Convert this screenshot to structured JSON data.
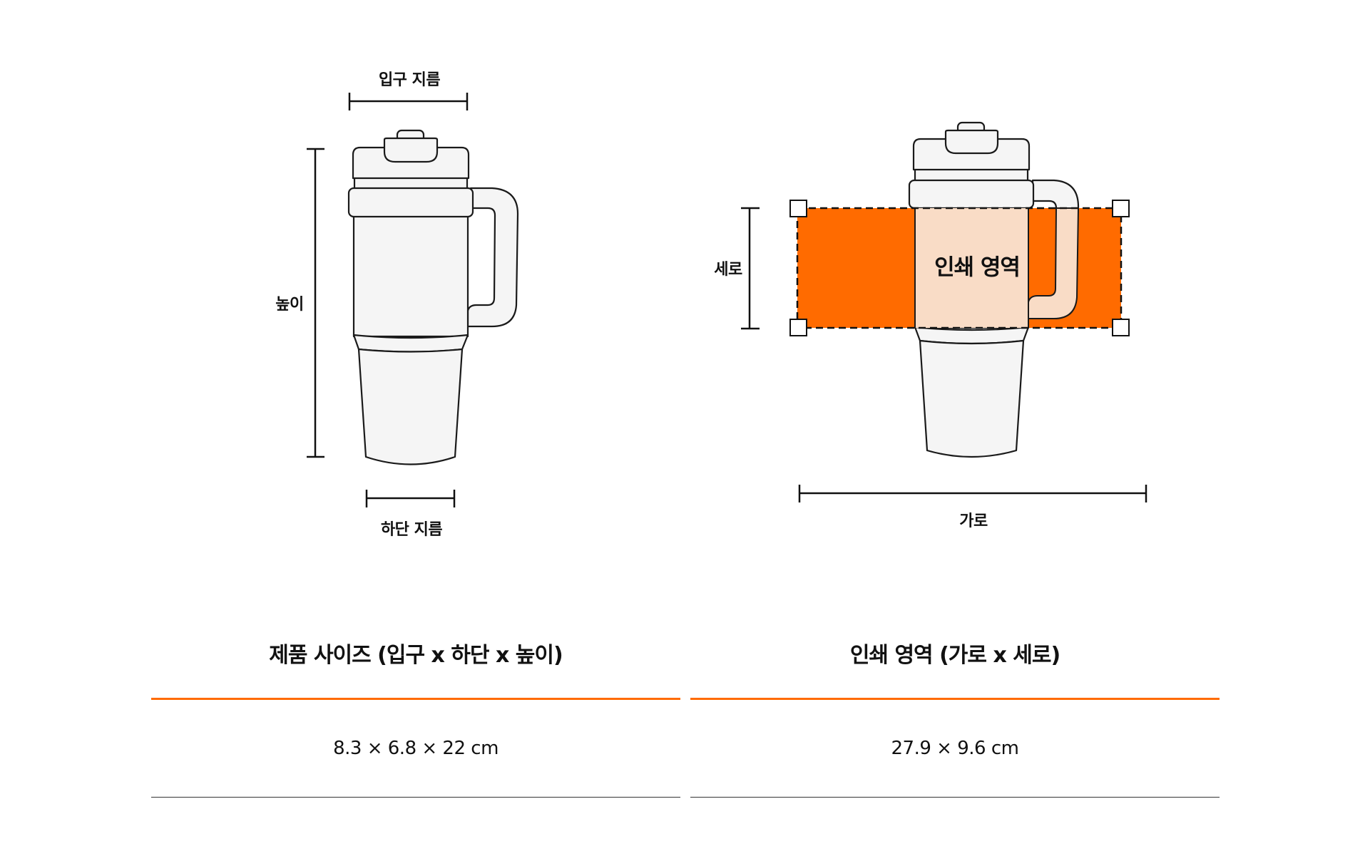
{
  "product_diagram": {
    "labels": {
      "top_diameter": "입구 지름",
      "height": "높이",
      "bottom_diameter": "하단 지름"
    }
  },
  "print_diagram": {
    "labels": {
      "print_area": "인쇄 영역",
      "vertical": "세로",
      "horizontal": "가로"
    }
  },
  "specs": [
    {
      "title": "제품 사이즈 (입구 x 하단 x 높이)",
      "value": "8.3 × 6.8 × 22 cm"
    },
    {
      "title": "인쇄 영역 (가로 x 세로)",
      "value": "27.9 × 9.6 cm"
    }
  ],
  "colors": {
    "accent_orange": "#FF6B00",
    "print_overlay_light": "#F9DCC6",
    "tumbler_fill": "#F5F5F5",
    "outline": "#1A1A1A"
  }
}
